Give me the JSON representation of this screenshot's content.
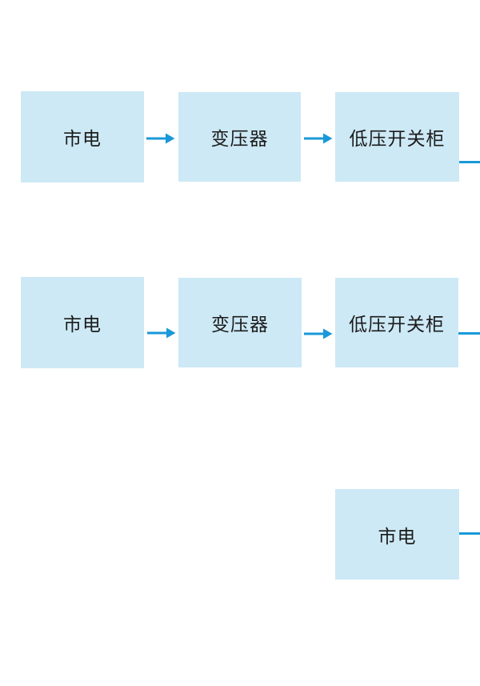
{
  "colors": {
    "node_fill": "#cde9f5",
    "connector": "#1a98d8",
    "text": "#1c1c1c",
    "background": "#ffffff"
  },
  "diagram": {
    "type": "flow",
    "rows": [
      {
        "nodes": [
          {
            "label": "市电"
          },
          {
            "label": "变压器"
          },
          {
            "label": "低压开关柜"
          }
        ],
        "exit_line_right": true
      },
      {
        "nodes": [
          {
            "label": "市电"
          },
          {
            "label": "变压器"
          },
          {
            "label": "低压开关柜"
          }
        ],
        "exit_line_right": true
      },
      {
        "nodes": [
          {
            "label": "市电"
          }
        ],
        "exit_line_right": true
      }
    ]
  }
}
